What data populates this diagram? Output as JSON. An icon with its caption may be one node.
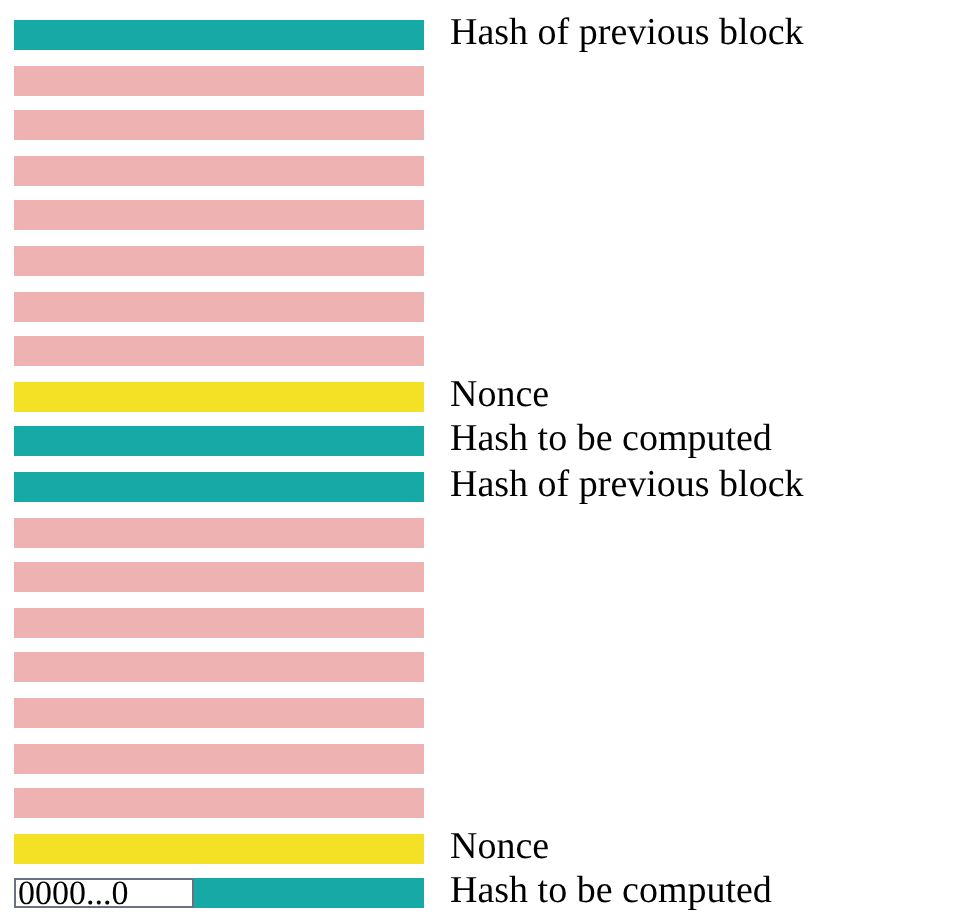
{
  "diagram": {
    "nodes": [
      {
        "text": [],
        "shape": "bar",
        "beside": [
          "Hash of previous block"
        ]
      },
      {
        "text": [],
        "shape": "bar"
      },
      {
        "text": [],
        "shape": "bar"
      },
      {
        "text": [],
        "shape": "bar"
      },
      {
        "text": [],
        "shape": "bar"
      },
      {
        "text": [],
        "shape": "bar"
      },
      {
        "text": [],
        "shape": "bar"
      },
      {
        "text": [],
        "shape": "bar"
      },
      {
        "text": [],
        "shape": "bar",
        "beside": [
          "Nonce"
        ]
      },
      {
        "text": [],
        "shape": "bar",
        "beside": [
          "Hash to be computed"
        ]
      },
      {
        "text": [],
        "shape": "bar",
        "beside": [
          "Hash of previous block"
        ]
      },
      {
        "text": [],
        "shape": "bar"
      },
      {
        "text": [],
        "shape": "bar"
      },
      {
        "text": [],
        "shape": "bar"
      },
      {
        "text": [],
        "shape": "bar"
      },
      {
        "text": [],
        "shape": "bar"
      },
      {
        "text": [],
        "shape": "bar"
      },
      {
        "text": [],
        "shape": "bar"
      },
      {
        "text": [],
        "shape": "bar",
        "beside": [
          "Nonce"
        ]
      },
      {
        "text": [
          "0000...0"
        ],
        "beside": [
          "Hash to be computed"
        ]
      }
    ]
  }
}
